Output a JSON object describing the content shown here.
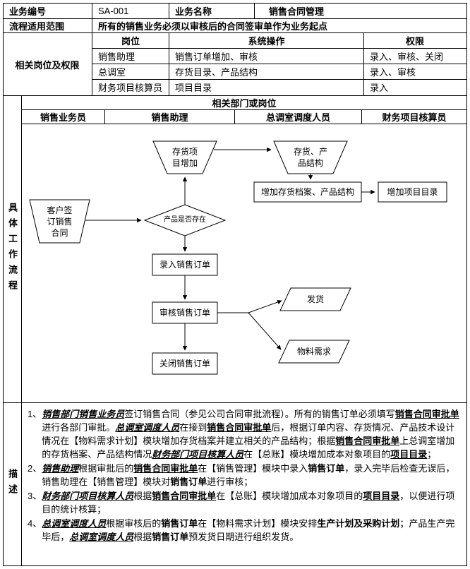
{
  "colors": {
    "border": "#000000",
    "background": "#ffffff"
  },
  "header": {
    "biz_no_label": "业务编号",
    "biz_no_value": "SA-001",
    "biz_name_label": "业务名称",
    "biz_name_value": "销售合同管理",
    "scope_label": "流程适用范围",
    "scope_value": "所有的销售业务必须以审核后的合同签审单作为业务起点"
  },
  "permissions": {
    "section_label": "相关岗位及权限",
    "columns": {
      "post": "岗位",
      "ops": "系统操作",
      "rights": "权限"
    },
    "rows": [
      {
        "post": "销售助理",
        "ops": "销售订单增加、审核",
        "rights": "录入、审核、关闭"
      },
      {
        "post": "总调室",
        "ops": "存货目录、产品结构",
        "rights": "录入、审核"
      },
      {
        "post": "财务项目核算员",
        "ops": "项目目录",
        "rights": "录入"
      }
    ]
  },
  "swimlanes": {
    "title": "相关部门或岗位",
    "lanes": [
      "销售业务员",
      "销售助理",
      "总调室调度人员",
      "财务项目核算员"
    ],
    "side_label": "具体工作流程"
  },
  "flow": {
    "nodes": {
      "inventory_item_add": "存货项目增加",
      "inventory_product_structure": "存货、产品结构",
      "add_inventory_archive": "增加存货档案、产品结构",
      "add_project_catalog": "增加项目目录",
      "customer_sign_contract": "客户签订销售合同",
      "product_exists": "产品是否存在",
      "enter_sales_order": "录入销售订单",
      "audit_sales_order": "审核销售订单",
      "close_sales_order": "关闭销售订单",
      "ship_goods": "发货",
      "material_demand": "物料需求"
    },
    "edges": [
      {
        "from": "inventory_item_add",
        "to": "inventory_product_structure"
      },
      {
        "from": "inventory_product_structure",
        "to": "add_inventory_archive"
      },
      {
        "from": "add_inventory_archive",
        "to": "add_project_catalog"
      },
      {
        "from": "customer_sign_contract",
        "to": "product_exists"
      },
      {
        "from": "product_exists",
        "to": "inventory_item_add"
      },
      {
        "from": "product_exists",
        "to": "enter_sales_order"
      },
      {
        "from": "enter_sales_order",
        "to": "audit_sales_order"
      },
      {
        "from": "audit_sales_order",
        "to": "close_sales_order"
      },
      {
        "from": "audit_sales_order",
        "to": "ship_goods"
      },
      {
        "from": "audit_sales_order",
        "to": "material_demand"
      }
    ]
  },
  "description": {
    "side_label": "描述",
    "items": [
      {
        "num": "1、",
        "segments": [
          {
            "t": "销售部门销售业务员",
            "s": "r"
          },
          {
            "t": "签订销售合同（参见公司合同审批流程）。所有的销售订单必须填写",
            "s": ""
          },
          {
            "t": "销售合同审批单",
            "s": "t"
          },
          {
            "t": "　　　　　进行各部门审批。",
            "s": ""
          },
          {
            "t": "总调室调度人员",
            "s": "r"
          },
          {
            "t": "在接到",
            "s": ""
          },
          {
            "t": "销售合同审批单",
            "s": "t"
          },
          {
            "t": "后，根据订单内容、存货情况、产品技术设计情况在【物料需求计划】模块增加存货档案并建立相关的产品结构；根据",
            "s": ""
          },
          {
            "t": "销售合同审批单",
            "s": "t"
          },
          {
            "t": "上总调室增加的存货档案、产品结构情况",
            "s": ""
          },
          {
            "t": "财务部门项目核算人员",
            "s": "r"
          },
          {
            "t": "在【总账】模块增加成本对象项目的",
            "s": ""
          },
          {
            "t": "项目目录",
            "s": "t"
          },
          {
            "t": "；",
            "s": ""
          }
        ]
      },
      {
        "num": "2、",
        "segments": [
          {
            "t": "销售助理",
            "s": "r"
          },
          {
            "t": "根据审批后的",
            "s": ""
          },
          {
            "t": "销售合同审批单",
            "s": "t"
          },
          {
            "t": "在【销售管理】模块中录入",
            "s": ""
          },
          {
            "t": "销售订单",
            "s": "b"
          },
          {
            "t": "，录入完毕后检查无误后，销售助理在【销售管理】模块对",
            "s": ""
          },
          {
            "t": "销售订单",
            "s": "b"
          },
          {
            "t": "进行审核；",
            "s": ""
          }
        ]
      },
      {
        "num": "3、",
        "segments": [
          {
            "t": "财务部门项目核算人员",
            "s": "r"
          },
          {
            "t": "根据",
            "s": ""
          },
          {
            "t": "销售合同审批单",
            "s": "t"
          },
          {
            "t": "在【总账】模块增加成本对象项目的",
            "s": ""
          },
          {
            "t": "项目目录",
            "s": "t"
          },
          {
            "t": "，以便进行项目的统计核算；",
            "s": ""
          }
        ]
      },
      {
        "num": "4、",
        "segments": [
          {
            "t": "总调室调度人员",
            "s": "r"
          },
          {
            "t": "根据审核后的",
            "s": ""
          },
          {
            "t": "销售订单",
            "s": "b"
          },
          {
            "t": "在【物料需求计划】模块安排",
            "s": ""
          },
          {
            "t": "生产计划及采购计划",
            "s": "b"
          },
          {
            "t": "；产品生产完毕后，",
            "s": ""
          },
          {
            "t": "总调室调度人员",
            "s": "r"
          },
          {
            "t": "根据",
            "s": ""
          },
          {
            "t": "销售订单",
            "s": "b"
          },
          {
            "t": "预发货日期进行组织发货。",
            "s": ""
          }
        ]
      }
    ]
  }
}
